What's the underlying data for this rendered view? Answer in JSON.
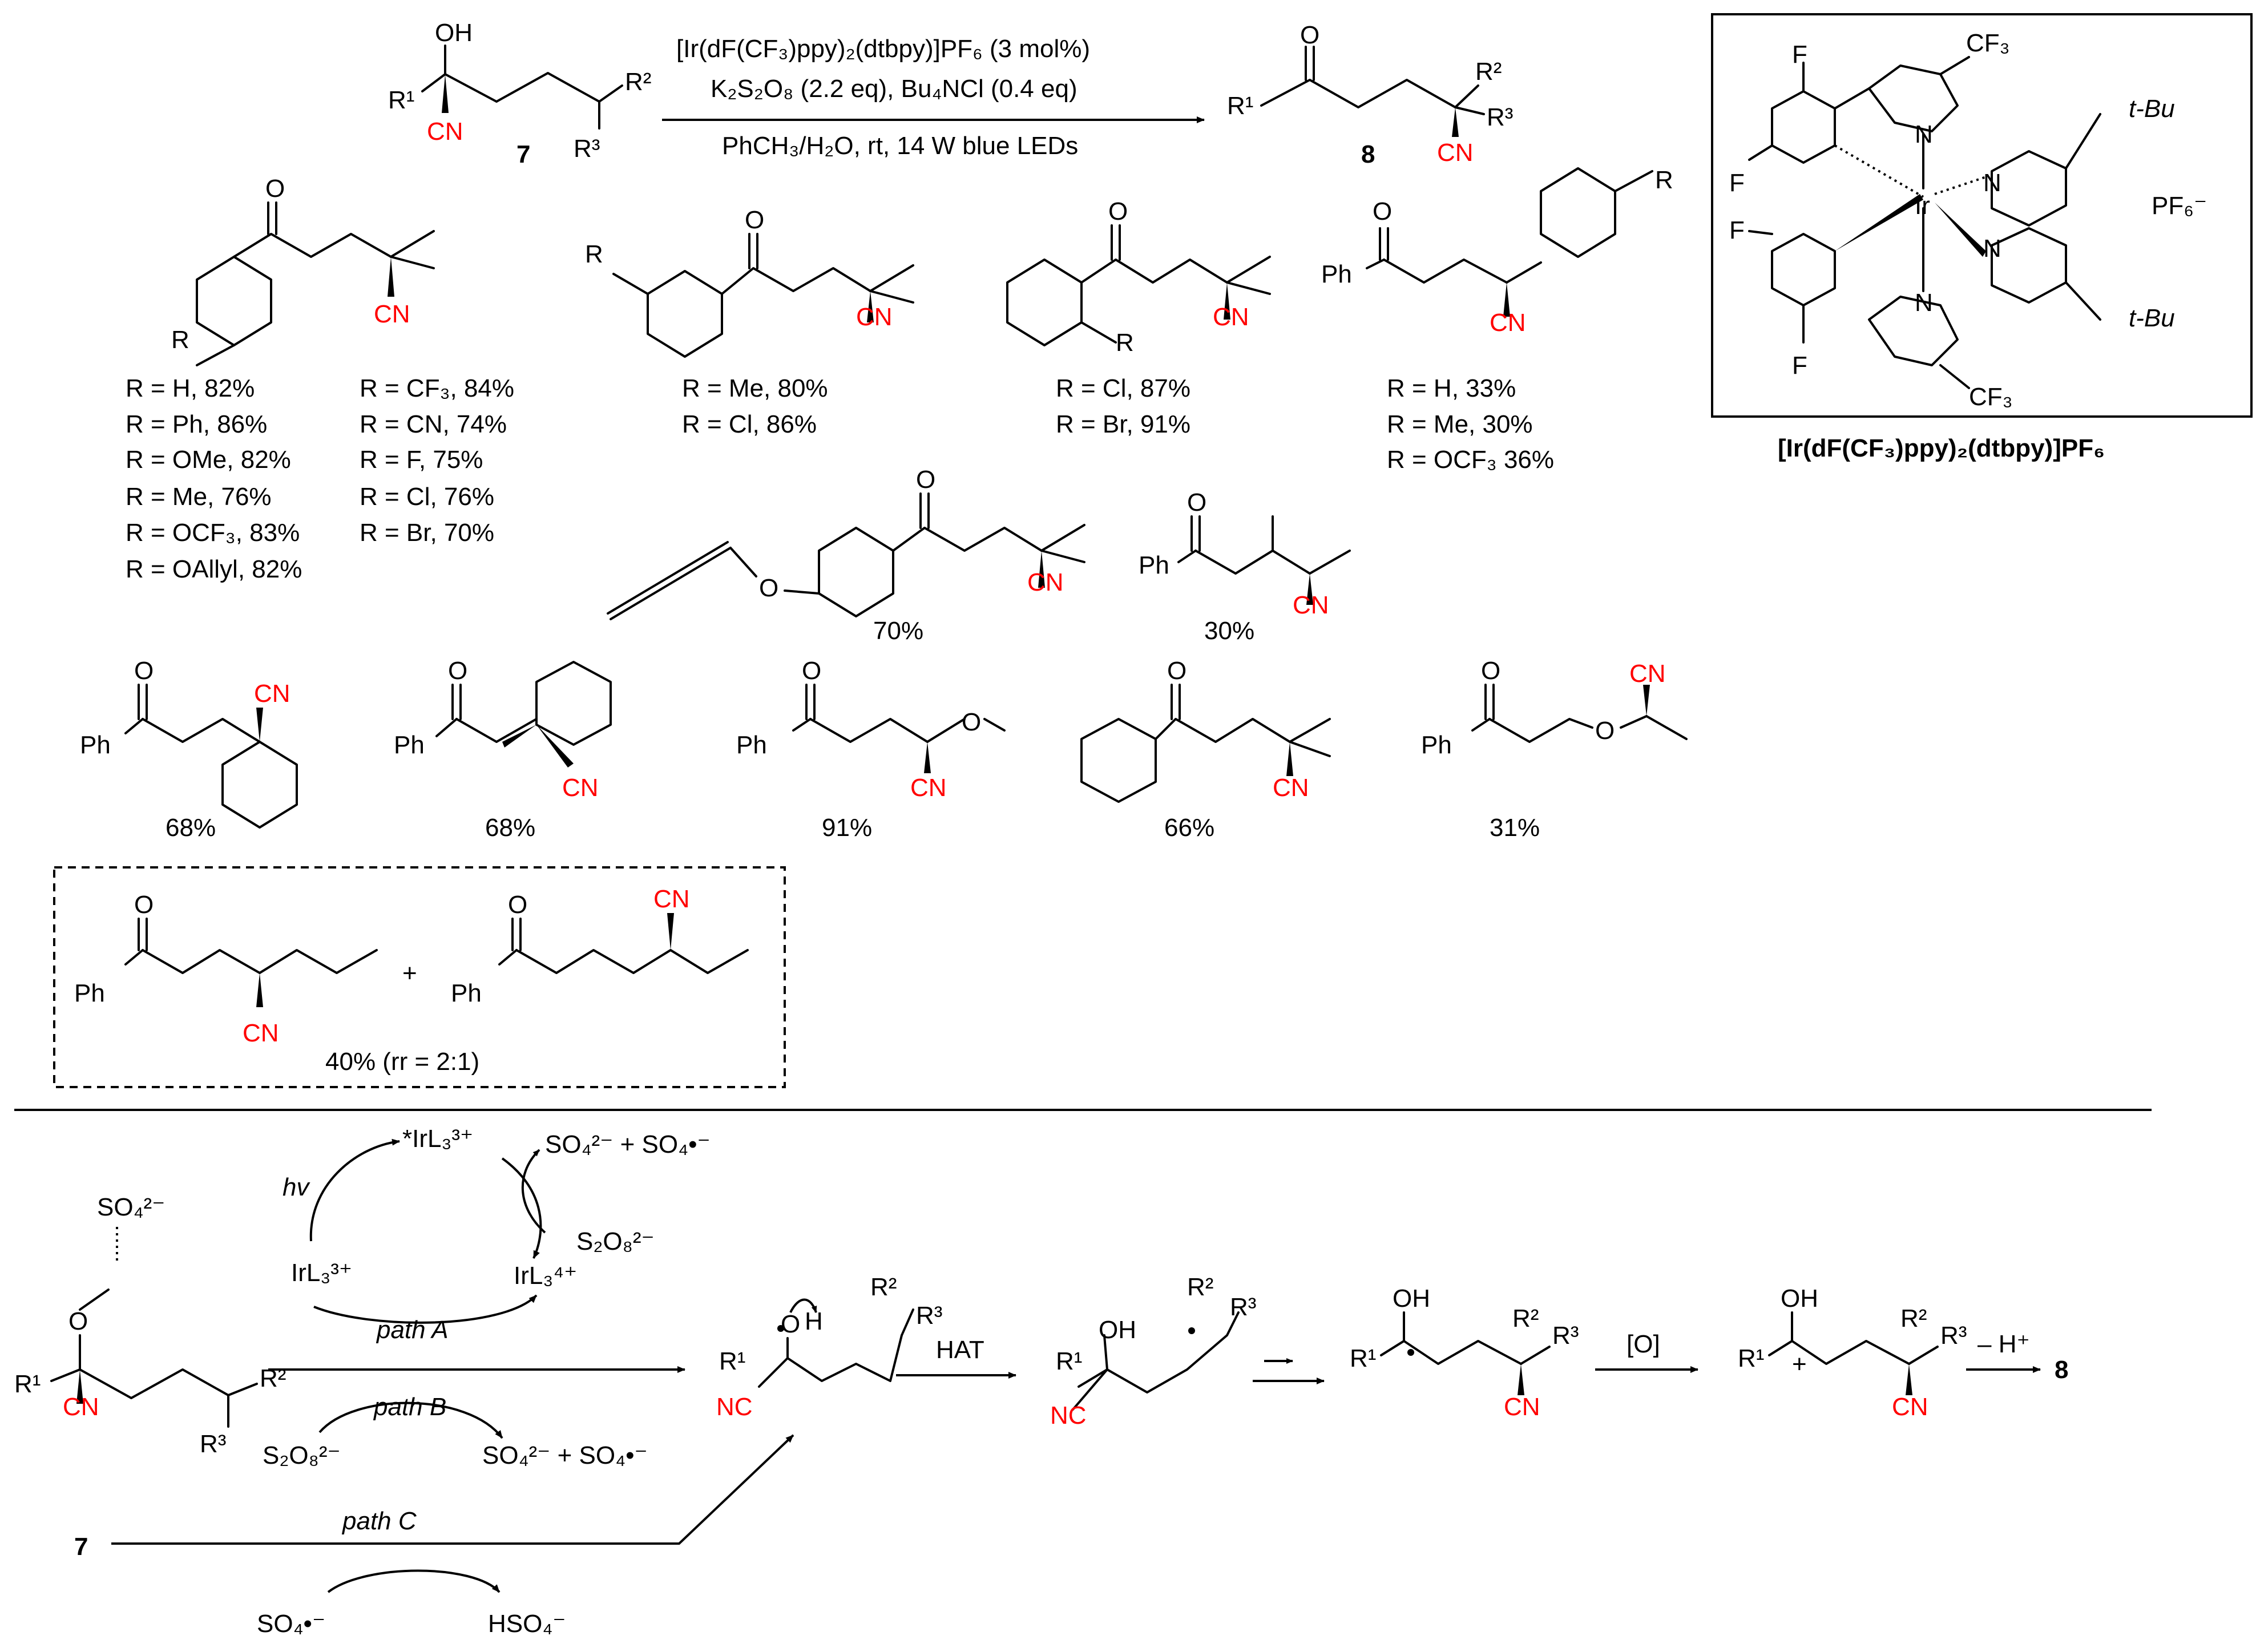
{
  "reaction": {
    "reagent_line1": "[Ir(dF(CF₃)ppy)₂(dtbpy)]PF₆ (3 mol%)",
    "reagent_line2": "K₂S₂O₈ (2.2 eq), Bu₄NCl (0.4 eq)",
    "condition_line": "PhCH₃/H₂O, rt, 14 W blue LEDs",
    "substrate_id": "7",
    "product_id": "8",
    "substrate_labels": [
      "OH",
      "R¹",
      "CN",
      "R²",
      "R³"
    ],
    "product_labels": [
      "O",
      "R¹",
      "R²",
      "R³",
      "CN"
    ]
  },
  "catalyst": {
    "name": "[Ir(dF(CF₃)ppy)₂(dtbpy)]PF₆",
    "labels": [
      "F",
      "F",
      "F",
      "F",
      "CF₃",
      "CF₃",
      "N",
      "N",
      "N",
      "N",
      "Ir",
      "t-Bu",
      "t-Bu",
      "PF₆⁻"
    ]
  },
  "scope": {
    "para_series": {
      "col1": [
        "R = H,  82%",
        "R = Ph, 86%",
        "R = OMe, 82%",
        "R = Me, 76%",
        "R = OCF₃, 83%",
        "R = OAllyl, 82%"
      ],
      "col2": [
        "R = CF₃, 84%",
        "R = CN, 74%",
        "R = F, 75%",
        "R = Cl, 76%",
        "R = Br, 70%"
      ]
    },
    "meta_series": [
      "R = Me, 80%",
      "R = Cl, 86%"
    ],
    "ortho_series": [
      "R = Cl, 87%",
      "R = Br, 91%"
    ],
    "aryl_series": [
      "R = H, 33%",
      "R = Me, 30%",
      "R = OCF₃ 36%"
    ],
    "propargyl_yield": "70%",
    "methyl_branch_yield": "30%",
    "row3_yields": [
      "68%",
      "68%",
      "91%",
      "66%",
      "31%"
    ],
    "regio_yield": "40% (rr = 2:1)",
    "plus": "+",
    "labels": {
      "ph": "Ph",
      "cn": "CN",
      "o": "O",
      "r": "R"
    }
  },
  "mechanism": {
    "photon": "hv",
    "ir_excited": "*IrL₃³⁺",
    "ir_ground": "IrL₃³⁺",
    "ir_oxidized": "IrL₃⁴⁺",
    "sulfate_products_top": "SO₄²⁻ + SO₄•⁻",
    "persulfate_top": "S₂O₈²⁻",
    "path_a": "path A",
    "path_b": "path B",
    "path_c": "path C",
    "persulfate_bottom": "S₂O₈²⁻",
    "sulfate_products_bottom": "SO₄²⁻ + SO₄•⁻",
    "sulfate_radical": "SO₄•⁻",
    "bisulfate": "HSO₄⁻",
    "h_bond_anion": "SO₄²⁻",
    "substrate_id": "7",
    "hat": "HAT",
    "oxidant": "[O]",
    "deprotonation": "– H⁺",
    "product_id": "8"
  }
}
